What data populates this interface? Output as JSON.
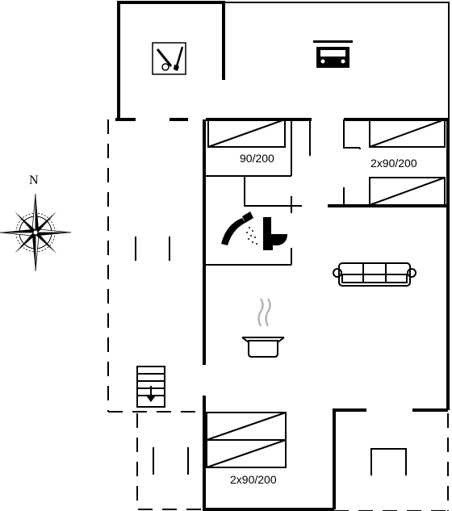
{
  "compass": {
    "north_label": "N"
  },
  "rooms": {
    "bedroom_1": {
      "bed_label": "90/200"
    },
    "bedroom_2": {
      "bed_label": "2x90/200"
    },
    "bedroom_3": {
      "bed_label": "2x90/200"
    }
  },
  "icons": {
    "utility": "tools-icon",
    "garage": "car-icon",
    "bathroom_shower": "shower-icon",
    "bathroom_toilet": "toilet-icon",
    "living": "sofa-icon",
    "kitchen": "cooking-pot-icon",
    "stairs": "stairs-down-icon",
    "fireplace": "fireplace-icon"
  }
}
